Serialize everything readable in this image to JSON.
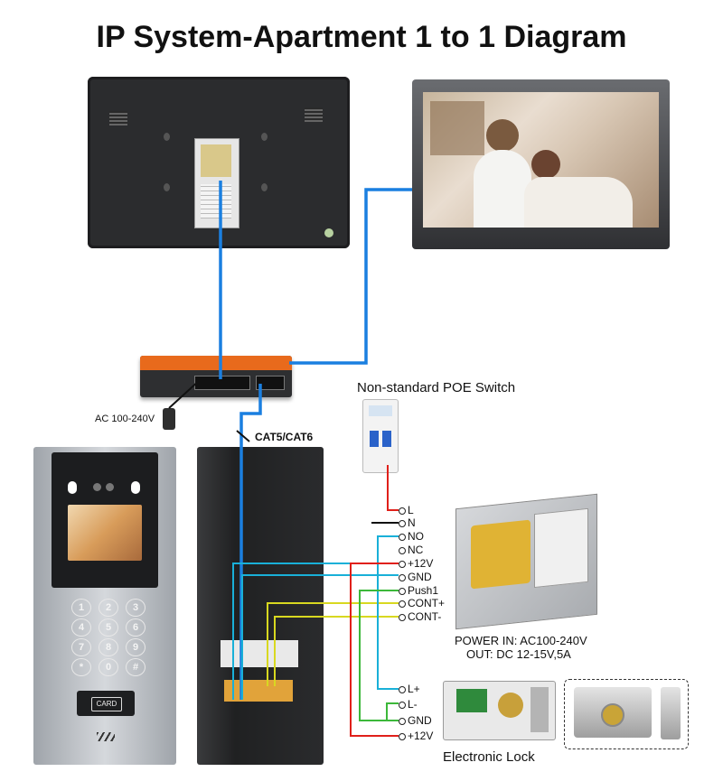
{
  "title": "IP System-Apartment 1 to 1 Diagram",
  "labels": {
    "poe_switch": "Non-standard POE Switch",
    "ac_input": "AC 100-240V",
    "cable": "CAT5/CAT6",
    "power_in": "POWER  IN: AC100-240V",
    "power_out": "OUT: DC 12-15V,5A",
    "lock": "Electronic Lock",
    "card": "CARD"
  },
  "power_terminals": [
    "L",
    "N",
    "NO",
    "NC",
    "+12V",
    "GND",
    "Push1",
    "CONT+",
    "CONT-"
  ],
  "lock_terminals": [
    "L+",
    "L-",
    "GND",
    "+12V"
  ],
  "keypad": [
    "1",
    "2",
    "3",
    "4",
    "5",
    "6",
    "7",
    "8",
    "9",
    "*",
    "0",
    "#"
  ],
  "wire_colors": {
    "network": "#1a7fe0",
    "red": "#e0201a",
    "cyan": "#19b0d8",
    "green": "#3cb83a",
    "yellow": "#d8d820",
    "black": "#111111"
  }
}
